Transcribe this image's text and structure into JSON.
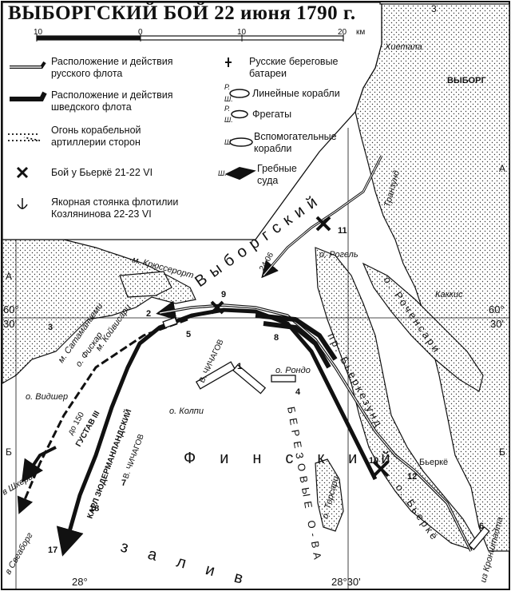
{
  "title": "ВЫБОРГСКИЙ БОЙ 22 июня 1790 г.",
  "scale": {
    "ticks": [
      "10",
      "0",
      "10",
      "20"
    ],
    "unit": "км"
  },
  "legend": [
    {
      "text": "Расположение и действия русского флота"
    },
    {
      "text": "Расположение и действия шведского флота"
    },
    {
      "text": "Огонь корабельной артиллерии сторон"
    },
    {
      "text": "Бой у Бьеркё 21-22 VI"
    },
    {
      "text": "Якорная стоянка флотилии Козлянинова 22-23 VI"
    },
    {
      "text": "Русские береговые батареи"
    },
    {
      "text": "Линейные корабли"
    },
    {
      "text": "Фрегаты"
    },
    {
      "text": "Вспомогательные корабли"
    },
    {
      "text": "Гребные суда"
    }
  ],
  "legend_prefixes": {
    "r": "Р.",
    "sh": "Ш."
  },
  "grid": {
    "top": "3",
    "left_a": "А",
    "left_b": "Б",
    "right_a": "А",
    "right_b": "Б",
    "lat_left": "60°",
    "lat_left2": "30'",
    "lat_right": "60°",
    "lat_right2": "30'",
    "lon_left": "28°",
    "lon_right": "28°30'"
  },
  "places": {
    "hietala": "Хиетала",
    "vyborg": "ВЫБОРГ",
    "rogel": "о. Рогель",
    "kakkis": "Каккис",
    "kryusserort": "м. Крюссерорт",
    "satamaniemi": "м. Сатаманиеми",
    "koyvisari": "м. Койвисари",
    "fiskar": "о. Фискар",
    "vidshyor": "о. Видшер",
    "shkhery": "в Шхеры",
    "sveaborg": "в Свеаборг",
    "kolpi": "о. Колпи",
    "rond": "о. Рондо",
    "bierke": "Бьеркё",
    "torsari": "о. Торсари",
    "kronshtadt": "из Кронштадта",
    "transund": "Транзунд",
    "bay_vyborgsky": "Выборгский",
    "bay_finsky": "Финский",
    "bay_zaliv": "залив",
    "strait_bierkezund": "пр. Бьеркезунд",
    "strait_rochensalm": "о. Роченсари",
    "ostrova": "БЕРЕЗОВЫЕ О-ВА",
    "ostrova_small": "о. Бьеркё"
  },
  "labels": {
    "date": "24.06",
    "gustav": "ГУСТАВ III",
    "gustav_count": "до 150",
    "karl": "КАРЛ ЗЮДЕРМАНЛАНДСКИЙ",
    "chichagov1": "В. ЧИЧАГОВ",
    "chichagov2": "В. ЧИЧАГОВ",
    "n1": "1",
    "n2": "2",
    "n3": "3",
    "n4": "4",
    "n5": "5",
    "n6": "6",
    "n7": "7",
    "n8": "8",
    "n9": "9",
    "n10": "10",
    "n11": "11",
    "n12": "12",
    "n17": "17",
    "n18": "18"
  }
}
